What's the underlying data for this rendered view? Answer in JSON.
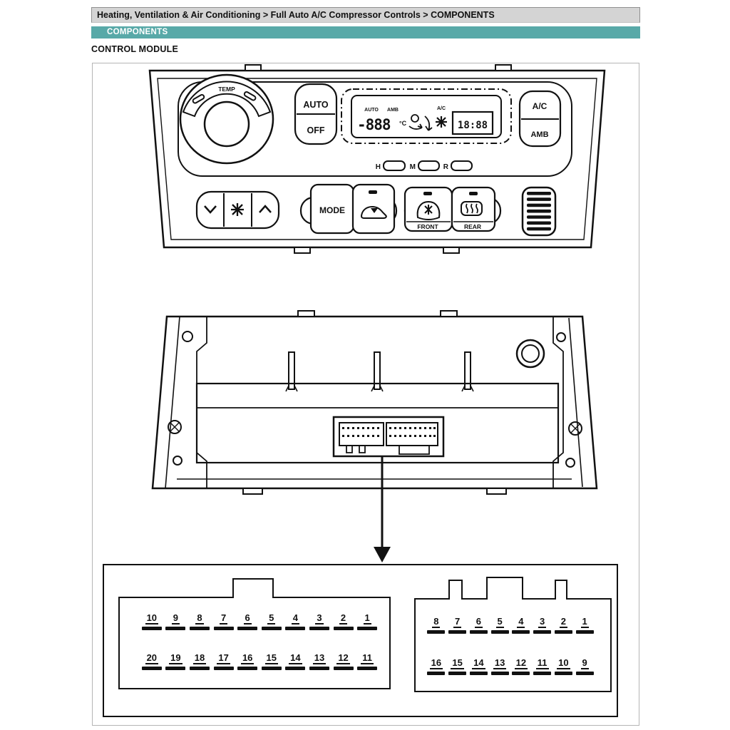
{
  "breadcrumb": {
    "text": "Heating, Ventilation & Air Conditioning > Full Auto A/C Compressor Controls > COMPONENTS"
  },
  "banner": {
    "label": "COMPONENTS"
  },
  "section": {
    "title": "CONTROL MODULE"
  },
  "front_panel": {
    "temp_label": "TEMP",
    "auto_button": "AUTO",
    "off_button": "OFF",
    "ac_button": "A/C",
    "amb_button": "AMB",
    "mode_button": "MODE",
    "front_defrost_label": "FRONT",
    "rear_defrost_label": "REAR",
    "lcd": {
      "auto_indicator": "AUTO",
      "amb_indicator": "AMB",
      "ac_indicator": "A/C",
      "temp_reading": "-888",
      "temp_unit": "°C",
      "clock_reading": "18:88"
    },
    "clock_set_buttons": {
      "hour": "H",
      "minute": "M",
      "reset": "R"
    }
  },
  "pinout": {
    "left_connector": {
      "top_row": [
        "10",
        "9",
        "8",
        "7",
        "6",
        "5",
        "4",
        "3",
        "2",
        "1"
      ],
      "bottom_row": [
        "20",
        "19",
        "18",
        "17",
        "16",
        "15",
        "14",
        "13",
        "12",
        "11"
      ]
    },
    "right_connector": {
      "top_row": [
        "8",
        "7",
        "6",
        "5",
        "4",
        "3",
        "2",
        "1"
      ],
      "bottom_row": [
        "16",
        "15",
        "14",
        "13",
        "12",
        "11",
        "10",
        "9"
      ]
    }
  },
  "colors": {
    "banner_teal": "#58a9a8",
    "breadcrumb_bg": "#d4d4d4",
    "line_art": "#111111"
  }
}
